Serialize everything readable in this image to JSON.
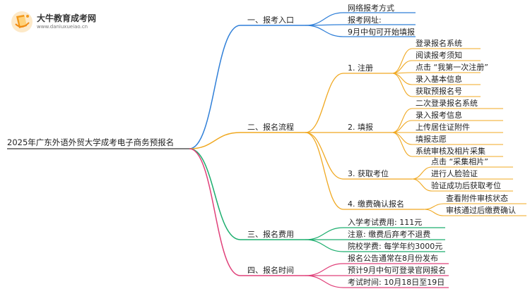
{
  "logo": {
    "name": "大牛教育成考网",
    "url": "www.daniuxueiao.cn"
  },
  "colors": {
    "b1": "#2f7fd8",
    "b2": "#f0a820",
    "b3": "#1cae6e",
    "b4": "#e0417a",
    "root_line": "#555555"
  },
  "root": "2025年广东外语外贸大学成考电子商务预报名",
  "branches": [
    {
      "label": "一、报考入口",
      "items": [
        "网络报考方式",
        "报考网址:",
        "9月中旬可开始填报"
      ]
    },
    {
      "label": "二、报名流程",
      "steps": [
        {
          "label": "1. 注册",
          "items": [
            "登录报名系统",
            "阅读报考须知",
            "点击 “我第一次注册”",
            "录入基本信息",
            "获取预报名号"
          ]
        },
        {
          "label": "2. 填报",
          "items": [
            "二次登录报名系统",
            "录入报考信息",
            "上传居住证附件",
            "填报志愿",
            "系统审核及相片采集"
          ]
        },
        {
          "label": "3. 获取考位",
          "items": [
            "点击 “采集相片”",
            "进行人脸验证",
            "验证成功后获取考位"
          ]
        },
        {
          "label": "4. 缴费确认报名",
          "items": [
            "查看附件审核状态",
            "审核通过后缴费确认"
          ]
        }
      ]
    },
    {
      "label": "三、报名费用",
      "items": [
        "入学考试费用: 111元",
        "注意: 缴费后弃考不退费",
        "院校学费: 每学年约3000元"
      ]
    },
    {
      "label": "四、报名时间",
      "items": [
        "报名公告通常在8月份发布",
        "预计9月中旬可登录官网报名",
        "考试时间: 10月18日至19日"
      ]
    }
  ]
}
